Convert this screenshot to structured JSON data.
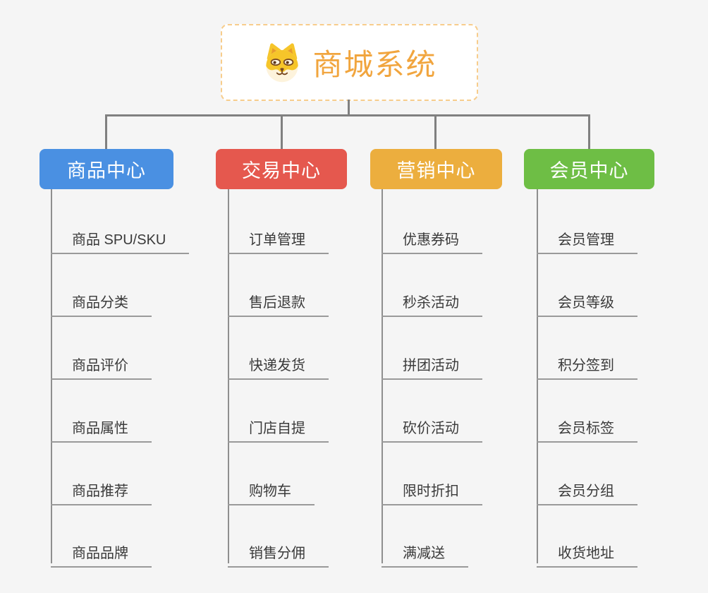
{
  "root": {
    "title": "商城系统",
    "icon": "dog-face-icon",
    "title_color": "#f1a53e",
    "border_color": "#f7cd8c"
  },
  "branches": [
    {
      "title": "商品中心",
      "color": "#4a90e2",
      "children": [
        "商品 SPU/SKU",
        "商品分类",
        "商品评价",
        "商品属性",
        "商品推荐",
        "商品品牌"
      ]
    },
    {
      "title": "交易中心",
      "color": "#e5584e",
      "children": [
        "订单管理",
        "售后退款",
        "快递发货",
        "门店自提",
        "购物车",
        "销售分佣"
      ]
    },
    {
      "title": "营销中心",
      "color": "#ecae3e",
      "children": [
        "优惠券码",
        "秒杀活动",
        "拼团活动",
        "砍价活动",
        "限时折扣",
        "满减送"
      ]
    },
    {
      "title": "会员中心",
      "color": "#6ebe45",
      "children": [
        "会员管理",
        "会员等级",
        "积分签到",
        "会员标签",
        "会员分组",
        "收货地址"
      ]
    }
  ],
  "palette": {
    "background": "#f5f5f5",
    "connector": "#808080",
    "leaf_line": "#9a9a9a",
    "leaf_text": "#3a3a3a"
  }
}
